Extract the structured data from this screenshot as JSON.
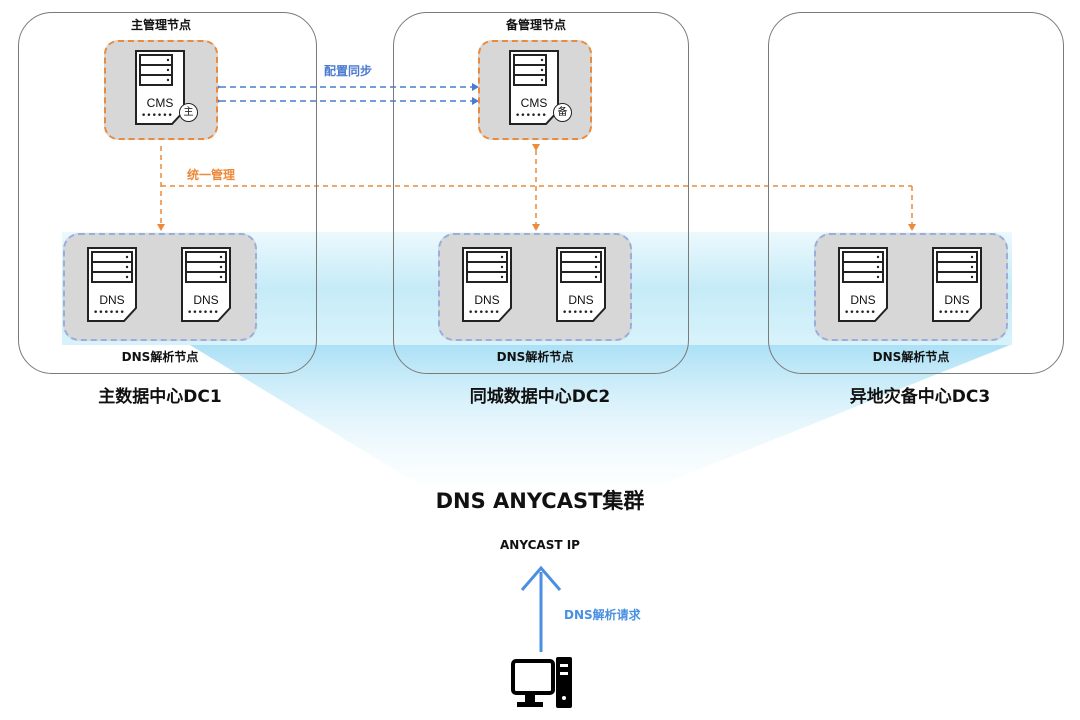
{
  "datacenters": [
    {
      "title": "主数据中心DC1",
      "dns_node_label": "DNS解析节点",
      "mgmt_label": "主管理节点",
      "mgmt_badge": "主"
    },
    {
      "title": "同城数据中心DC2",
      "dns_node_label": "DNS解析节点",
      "mgmt_label": "备管理节点",
      "mgmt_badge": "备"
    },
    {
      "title": "异地灾备中心DC3",
      "dns_node_label": "DNS解析节点"
    }
  ],
  "server_labels": {
    "cms": "CMS",
    "dns": "DNS"
  },
  "links": {
    "config_sync": "配置同步",
    "unified_mgmt": "统一管理",
    "dns_request": "DNS解析请求"
  },
  "cluster": {
    "title": "DNS ANYCAST集群",
    "ip_label": "ANYCAST IP"
  },
  "colors": {
    "orange": "#ec8a3c",
    "blue_dashed": "#4a7bd0",
    "arrow_blue": "#4a90e2",
    "cyan_band": "#bfe9f7"
  },
  "icons": [
    "server-icon",
    "computer-icon"
  ]
}
